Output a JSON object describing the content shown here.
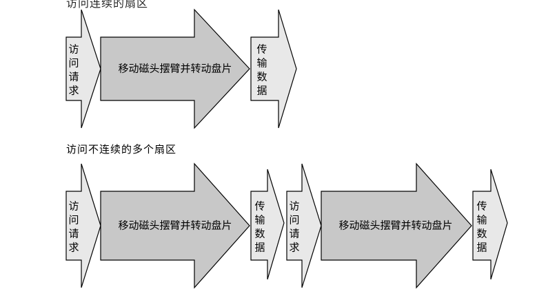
{
  "top_section": {
    "partial_title": "访问连续的扇区",
    "steps": [
      {
        "label_lines": [
          "访",
          "问",
          "请",
          "求"
        ],
        "kind": "request"
      },
      {
        "label": "移动磁头摆臂并转动盘片",
        "kind": "seek"
      },
      {
        "label_lines": [
          "传",
          "输",
          "数",
          "据"
        ],
        "kind": "transfer"
      }
    ]
  },
  "bottom_section": {
    "title": "访问不连续的多个扇区",
    "steps": [
      {
        "label_lines": [
          "访",
          "问",
          "请",
          "求"
        ],
        "kind": "request"
      },
      {
        "label": "移动磁头摆臂并转动盘片",
        "kind": "seek"
      },
      {
        "label_lines": [
          "传",
          "输",
          "数",
          "据"
        ],
        "kind": "transfer"
      },
      {
        "label_lines": [
          "访",
          "问",
          "请",
          "求"
        ],
        "kind": "request"
      },
      {
        "label": "移动磁头摆臂并转动盘片",
        "kind": "seek"
      },
      {
        "label_lines": [
          "传",
          "输",
          "数",
          "据"
        ],
        "kind": "transfer"
      }
    ]
  },
  "colors": {
    "small_arrow_fill": "#e8e8e8",
    "big_arrow_fill": "#c8c8c8",
    "stroke": "#000000"
  }
}
